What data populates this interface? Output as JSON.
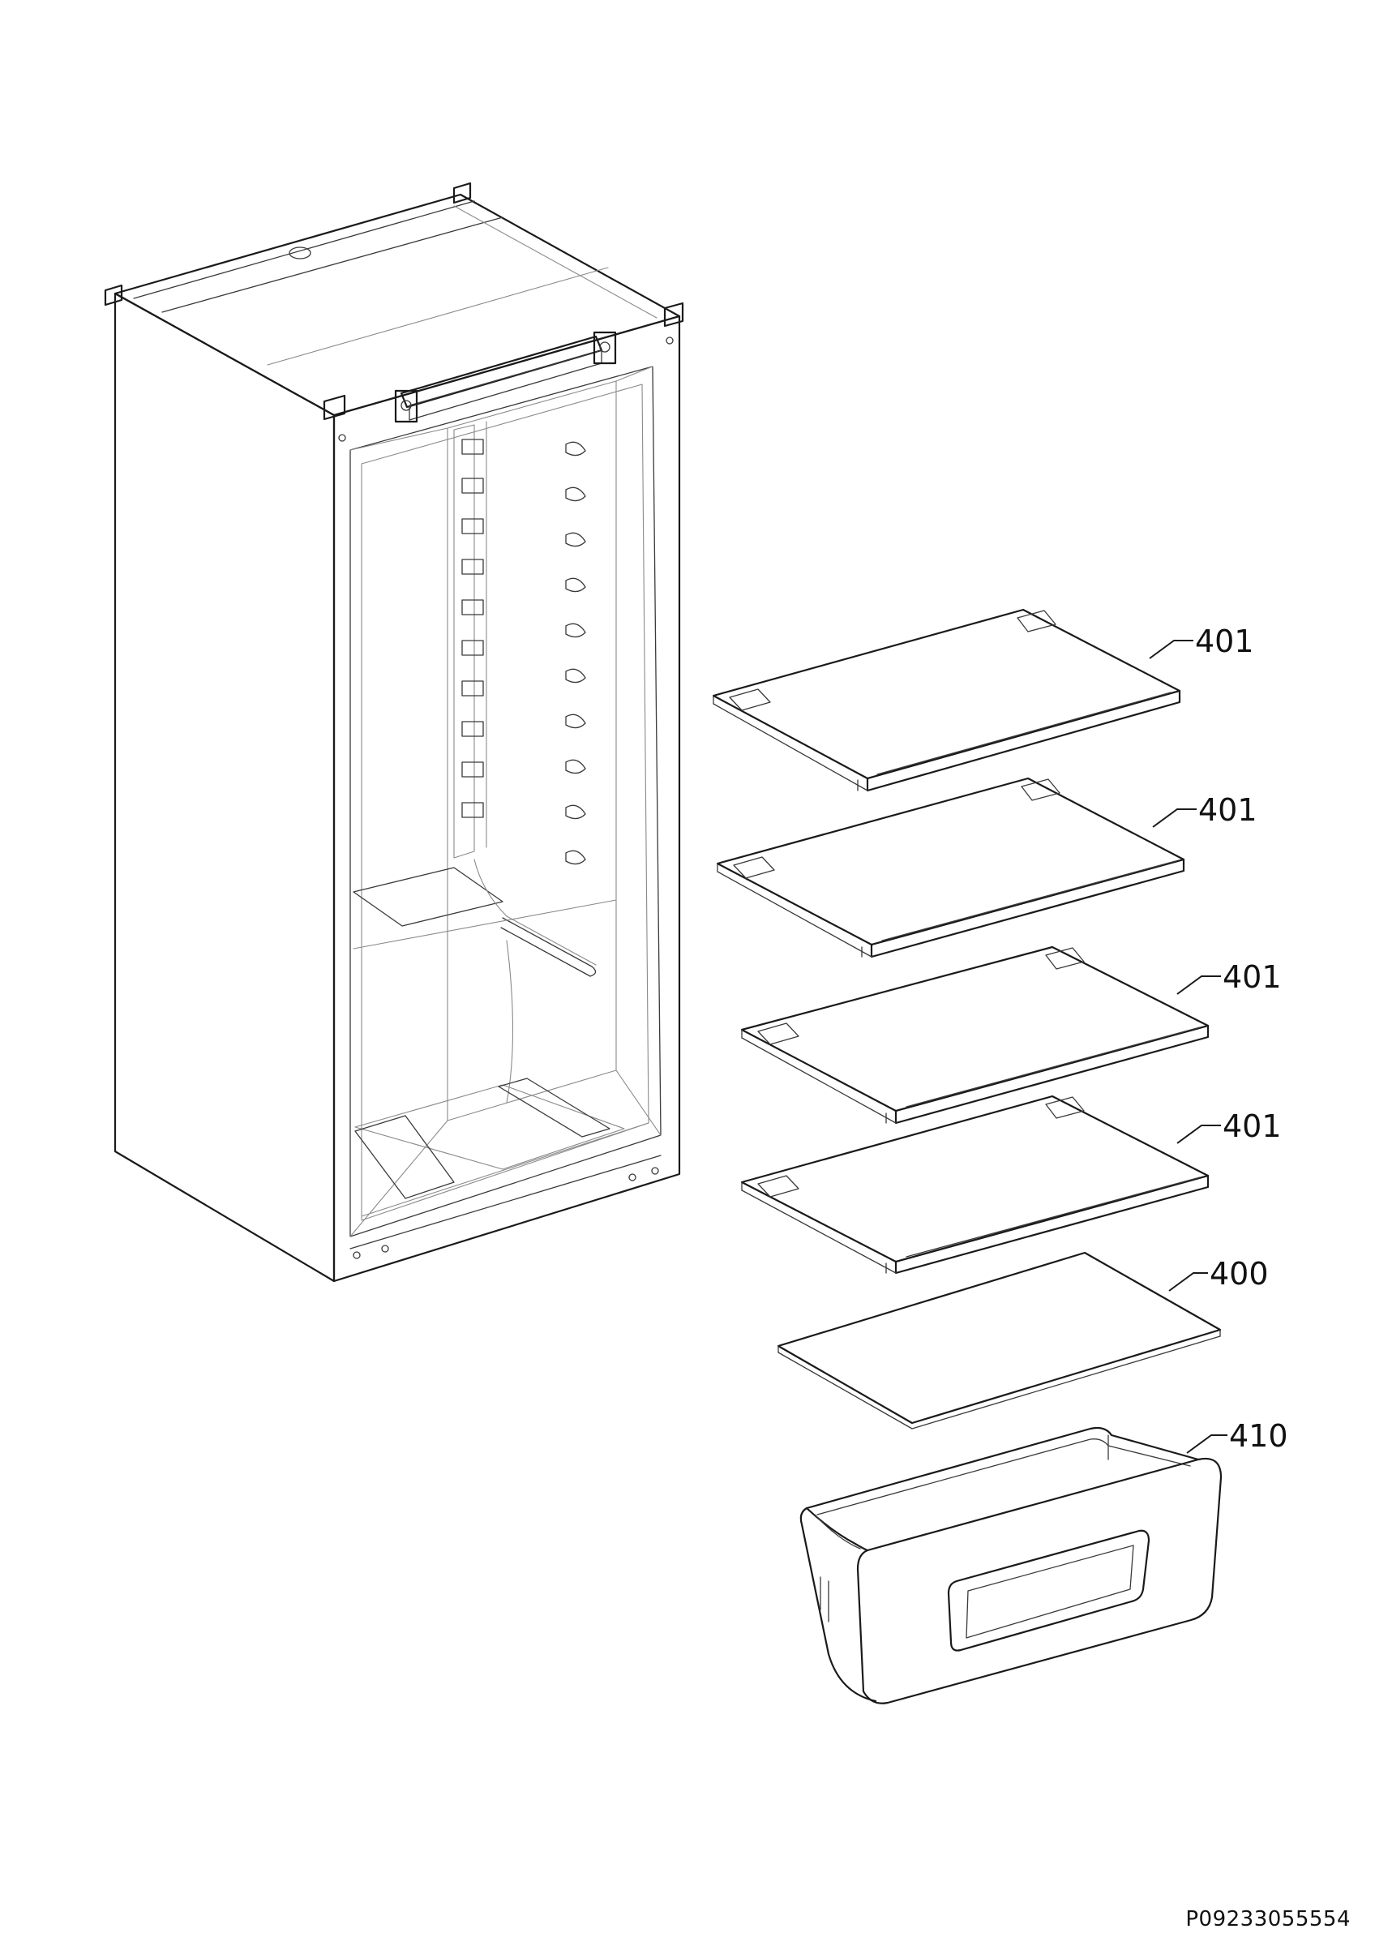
{
  "callouts": [
    {
      "label": "401",
      "part": "shelf-1"
    },
    {
      "label": "401",
      "part": "shelf-2"
    },
    {
      "label": "401",
      "part": "shelf-3"
    },
    {
      "label": "401",
      "part": "shelf-4"
    },
    {
      "label": "400",
      "part": "glass-plate"
    },
    {
      "label": "410",
      "part": "crisper-drawer"
    }
  ],
  "document_number": "P09233055554"
}
